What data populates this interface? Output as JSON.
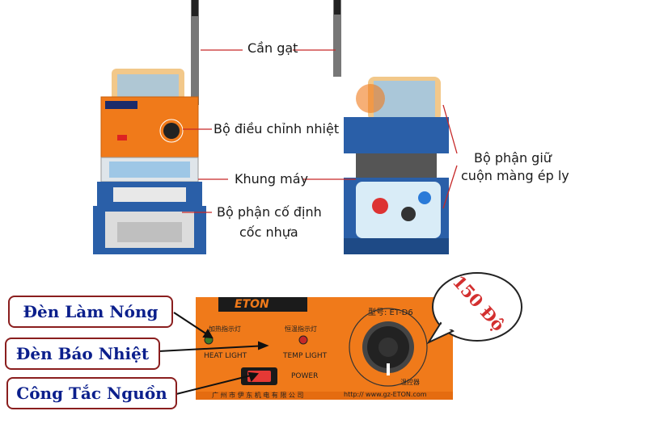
{
  "labels": {
    "lever": "Cần gạt",
    "temp_knob": "Bộ điều chỉnh nhiệt",
    "frame": "Khung máy",
    "cup_holder_line1": "Bộ phận cố định",
    "cup_holder_line2": "cốc nhựa",
    "film_holder_line1": "Bộ phận giữ",
    "film_holder_line2": "cuộn màng ép ly"
  },
  "tags": {
    "heating_light": "Đèn Làm Nóng",
    "temp_light": "Đèn Báo Nhiệt",
    "power_switch": "Công Tắc Nguồn"
  },
  "bubble": "150 Độ",
  "panel": {
    "brand": "ETON",
    "model": "型号: ET-D6",
    "temp_light_label": "TEMP LIGHT",
    "heat_light_label": "HEAT LIGHT",
    "power_label": "POWER",
    "company": "广 州 市 伊 东 机 电 有 限 公 司",
    "url": "http:// www.gz-ETON.com",
    "cn_heat": "加热指示灯",
    "cn_temp": "恒温指示灯",
    "cn_knob": "温控器"
  },
  "colors": {
    "orange": "#f07a1a",
    "blue": "#2a5fa8",
    "tag_text": "#0b1f8c",
    "tag_border": "#8a1e1e"
  }
}
